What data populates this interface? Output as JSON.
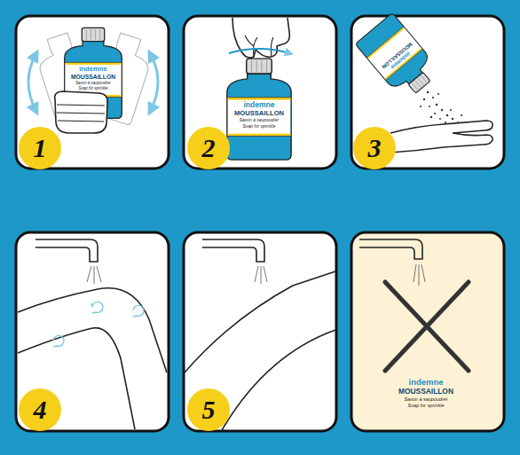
{
  "diagram": {
    "nodes": [
      {
        "text": [
          "1"
        ]
      },
      {
        "text": [
          "2"
        ]
      },
      {
        "text": [
          "3"
        ]
      },
      {
        "text": [
          "4"
        ]
      },
      {
        "text": [
          "5"
        ]
      }
    ],
    "labels": [
      "indemne",
      "MOUSSAILLON",
      "Savon à saupoudrer",
      "Soap for sprinkle",
      "indemne",
      "MOUSSAILLON",
      "Savon à saupoudrer",
      "Soap for sprinkle",
      "indemne",
      "MOUSSAILLON",
      "indemne",
      "MOUSSAILLON",
      "Savon à saupoudrer",
      "Soap for sprinkle"
    ]
  }
}
